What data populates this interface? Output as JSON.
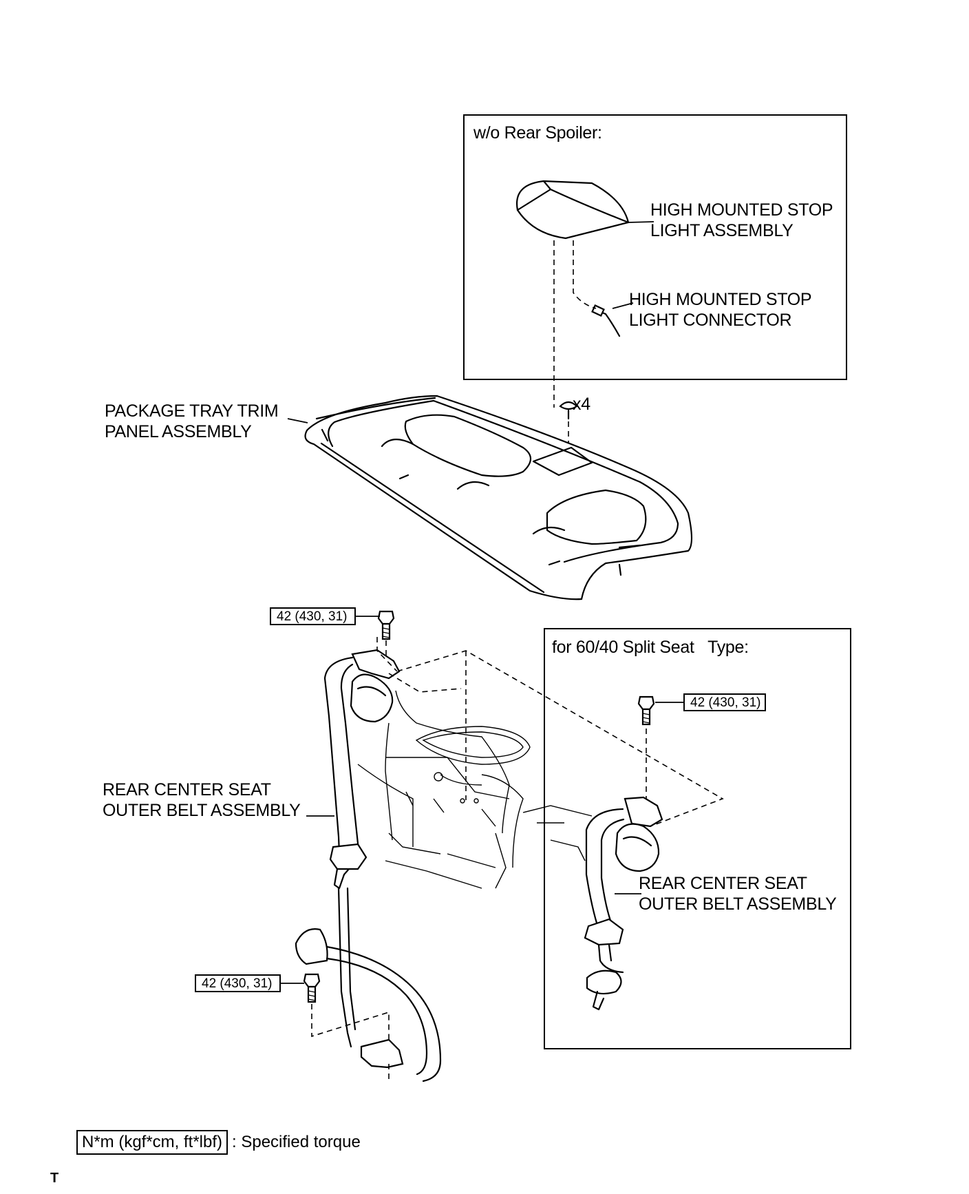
{
  "inset_top": {
    "title": "w/o Rear Spoiler:",
    "stop_light_label": "HIGH MOUNTED STOP\nLIGHT ASSEMBLY",
    "connector_label": "HIGH MOUNTED STOP\nLIGHT CONNECTOR"
  },
  "main": {
    "clip_count": "x4",
    "package_tray_label": "PACKAGE TRAY TRIM\nPANEL ASSEMBLY",
    "belt_label": "REAR CENTER SEAT\nOUTER BELT ASSEMBLY",
    "torque_upper": "42 (430, 31)",
    "torque_lower": "42 (430, 31)"
  },
  "inset_bottom": {
    "title": "for 60/40 Split Seat   Type:",
    "torque": "42 (430, 31)",
    "belt_label": "REAR CENTER SEAT\nOUTER BELT ASSEMBLY"
  },
  "legend": {
    "unit": "N*m (kgf*cm, ft*lbf)",
    "text": ": Specified torque"
  },
  "corner_mark": "T"
}
